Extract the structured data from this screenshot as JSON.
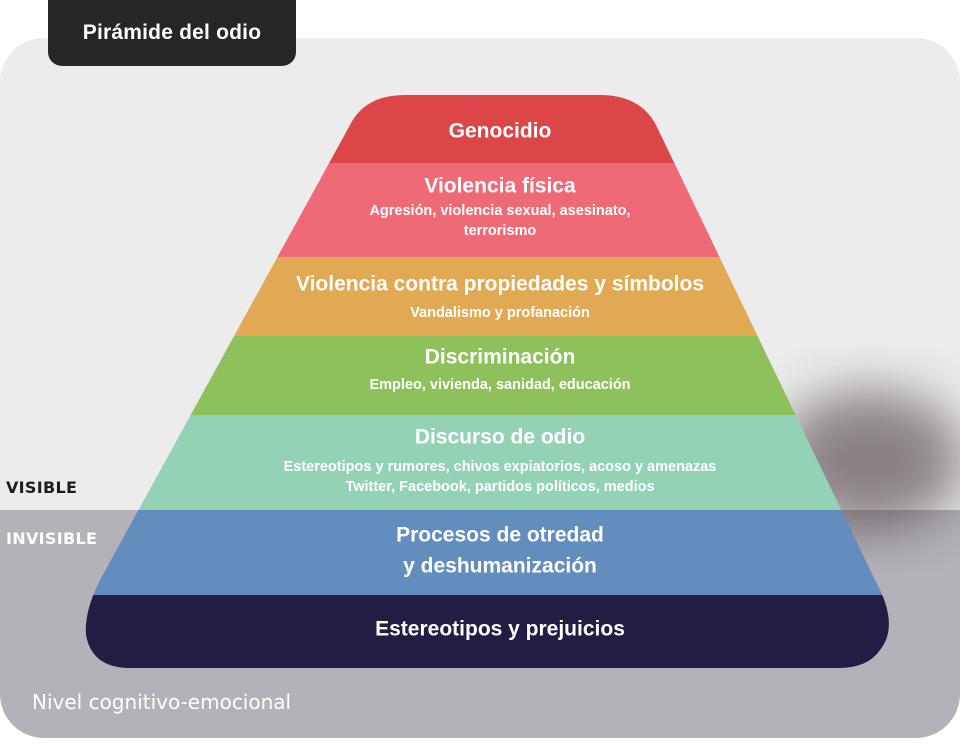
{
  "title": "Pirámide del odio",
  "visible_label": "VISIBLE",
  "invisible_label": "INVISIBLE",
  "footer": "Nivel cognitivo-emocional",
  "colors": {
    "title_bg": "#262626",
    "genocide": "#dd4648",
    "physical_violence": "#ed6a76",
    "property_violence": "#e2a954",
    "discrimination": "#8ec15b",
    "hate_speech": "#94d2b5",
    "otherness": "#628dbc",
    "prejudice": "#231d44",
    "visible_bg": "#ececed",
    "invisible_bg": "#b4b2b8"
  },
  "levels": [
    {
      "key": "genocide",
      "title": "Genocidio",
      "lines": []
    },
    {
      "key": "physical_violence",
      "title": "Violencia física",
      "lines": [
        "Agresión, violencia sexual, asesinato,",
        "terrorismo"
      ]
    },
    {
      "key": "property_violence",
      "title": "Violencia contra propiedades y símbolos",
      "lines": [
        "Vandalismo y profanación"
      ]
    },
    {
      "key": "discrimination",
      "title": "Discriminación",
      "lines": [
        "Empleo, vivienda, sanidad, educación"
      ]
    },
    {
      "key": "hate_speech",
      "title": "Discurso de odio",
      "lines": [
        "Estereotipos y rumores, chivos expiatorios, acoso y amenazas",
        "Twitter, Facebook, partidos políticos, medios"
      ]
    },
    {
      "key": "otherness",
      "title": "Procesos de otredad",
      "title2": "y deshumanización",
      "lines": []
    },
    {
      "key": "prejudice",
      "title": "Estereotipos y prejuicios",
      "lines": []
    }
  ]
}
